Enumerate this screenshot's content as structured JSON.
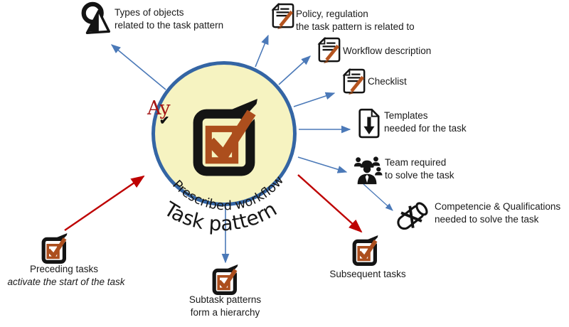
{
  "center": {
    "logo": "Ay",
    "logo_check": "✔",
    "arc_label": "Prescribed workflow",
    "title": "Task pattern"
  },
  "items": {
    "types": {
      "line1": "Types of objects",
      "line2": "related to the task pattern"
    },
    "policy": {
      "line1": "Policy, regulation",
      "line2": "the task pattern is related to"
    },
    "workflow": {
      "line1": "Workflow description"
    },
    "checklist": {
      "line1": "Checklist"
    },
    "templates": {
      "line1": "Templates",
      "line2": "needed for the task"
    },
    "team": {
      "line1": "Team required",
      "line2": "to solve the task"
    },
    "competencies": {
      "line1": "Competencie & Qualifications",
      "line2": "needed to solve the task"
    },
    "subsequent": {
      "line1": "Subsequent tasks"
    },
    "subtask": {
      "line1": "Subtask patterns",
      "line2": "form a hierarchy"
    },
    "preceding": {
      "line1": "Preceding tasks",
      "line2": "activate the start of the task"
    }
  },
  "colors": {
    "arrow_blue": "#4B79B8",
    "arrow_red": "#BE0000",
    "circle_fill": "#F6F3C1",
    "circle_border": "#3465A4",
    "icon_orange": "#AC4E1D",
    "icon_black": "#141414",
    "logo_red": "#A31515"
  }
}
